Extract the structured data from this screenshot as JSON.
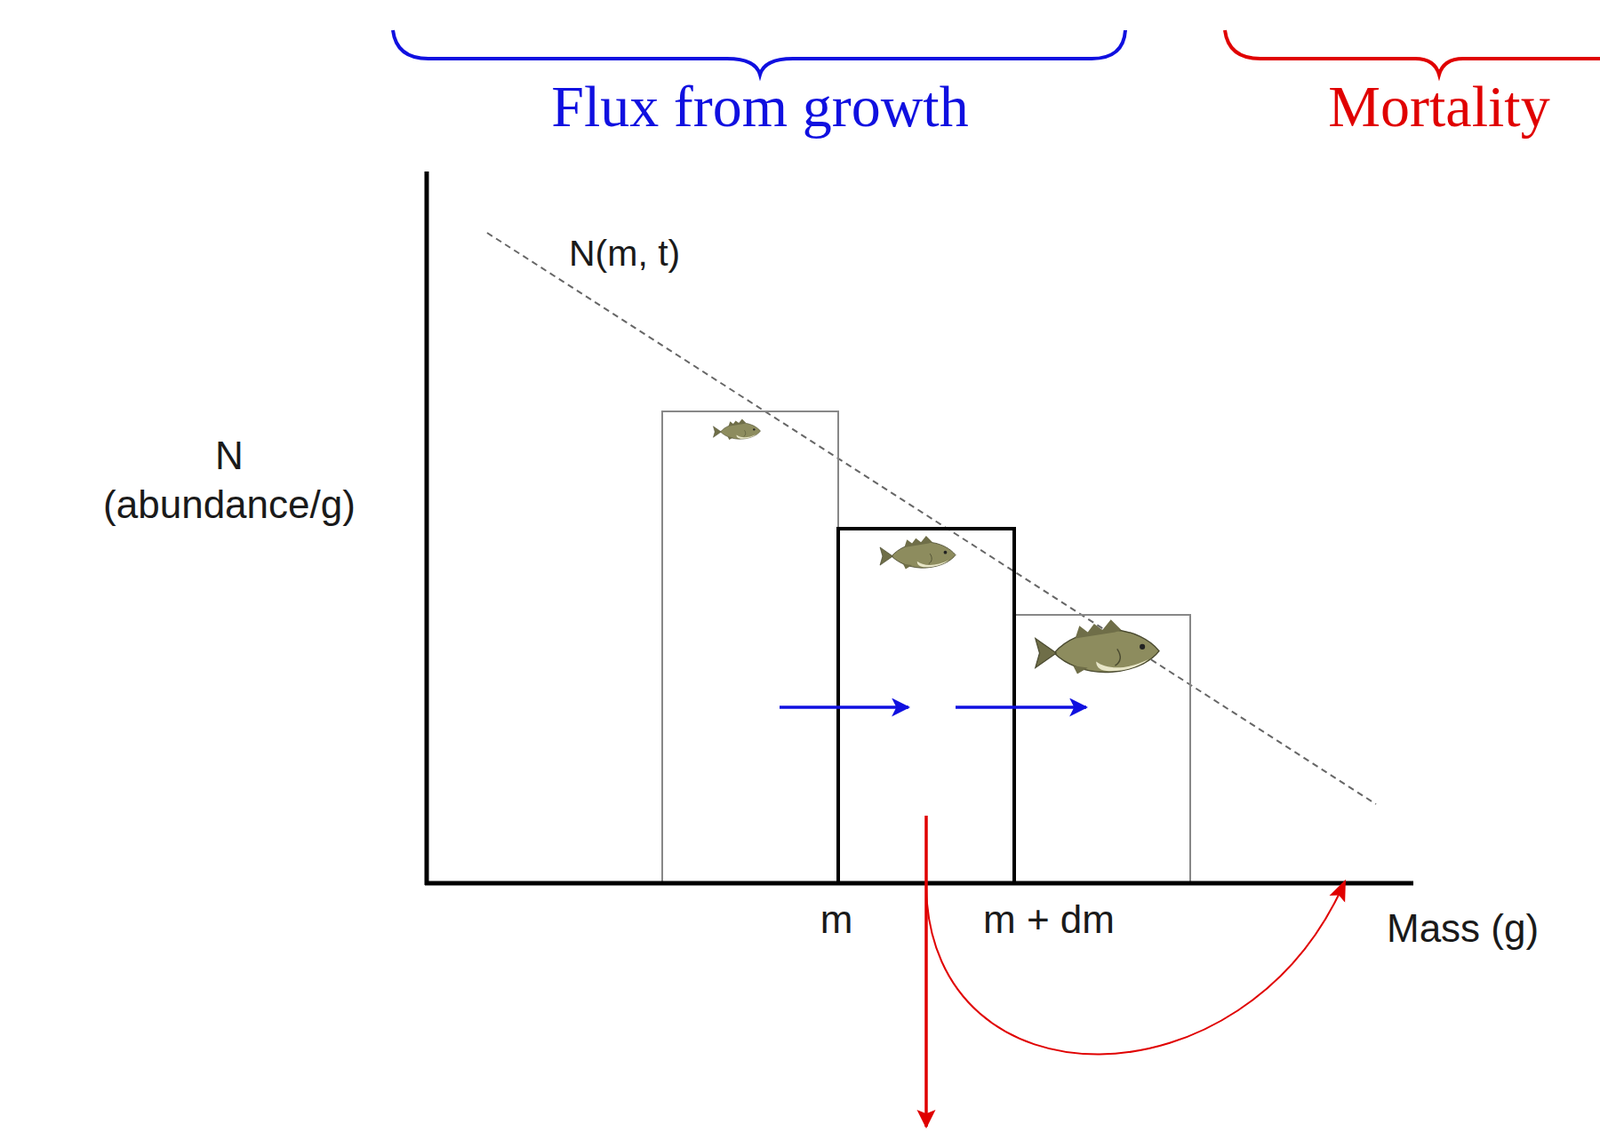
{
  "diagram": {
    "labels": [
      "Flux from growth",
      "Mortality",
      "N(m, t)",
      "N",
      "(abundance/g)",
      "m",
      "m + dm",
      "Mass (g)"
    ]
  }
}
